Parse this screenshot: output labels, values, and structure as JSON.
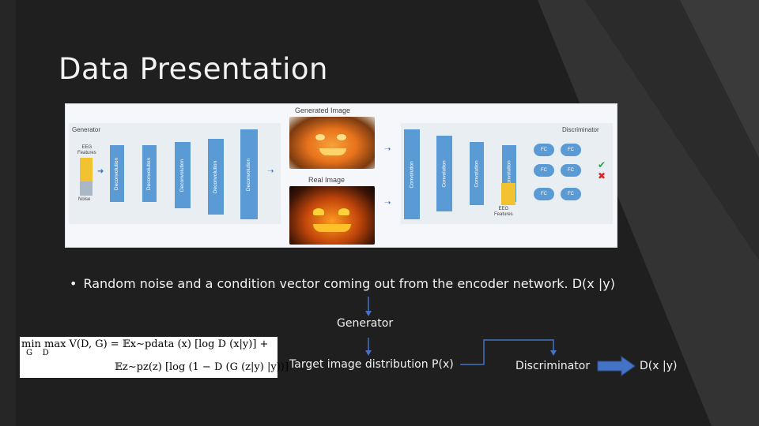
{
  "slide": {
    "title": "Data Presentation",
    "bullet": "Random noise and a condition vector coming out from the encoder network. D(x |y)",
    "generator_label": "Generator",
    "target_label": "Target image distribution P(x)",
    "discriminator_label": "Discriminator",
    "output_label": "D(x |y)"
  },
  "figure": {
    "generated_image_label": "Generated Image",
    "real_image_label": "Real Image",
    "generator_label": "Generator",
    "discriminator_label": "Discriminator",
    "eeg_features_label": "EEG\nFeatures",
    "noise_label": "Noise",
    "eeg_features_label_2": "EEG\nFeatures",
    "generator_layers": [
      "Deconvolution",
      "Deconvolution",
      "Deconvolution",
      "Deconvolution",
      "Deconvolution"
    ],
    "discriminator_layers": [
      "Convolution",
      "Convolution",
      "Convolution",
      "Convolution"
    ],
    "fc_nodes": [
      "FC",
      "FC",
      "FC",
      "FC",
      "FC",
      "FC"
    ]
  },
  "equation": {
    "line1": "min max V(D, G) = 𝔼x∼pdata (x) [log D (x|y)] +",
    "sub1": "G    D",
    "line2": "𝔼z∼pz(z) [log (1 − D (G (z|y) |y))]"
  },
  "colors": {
    "background": "#1f1f1f",
    "accent_blue": "#4472c4",
    "layer_blue": "#5b9bd5"
  }
}
